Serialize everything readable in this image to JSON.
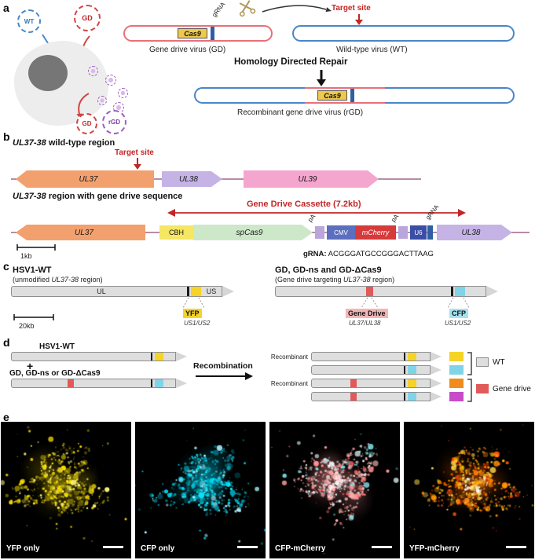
{
  "colors": {
    "wt_blue": "#4a86c8",
    "gd_pink": "#e8707a",
    "rgd_purple": "#9d5fc2",
    "cas9_yellow": "#eec94b",
    "target_red": "#c22626",
    "ul37_orange": "#f2a06e",
    "ul38_purple": "#c5b3e6",
    "ul39_pink": "#f4a6ce",
    "spcas9_green": "#cde8c9",
    "cbh_yellow": "#f5e663",
    "cmv_blue": "#5c6fbf",
    "mcherry_red": "#d63a3a",
    "u6_blue": "#3a4ea8",
    "yfp": "#f5d327",
    "cfp": "#7fd4e8",
    "gene_drive_red": "#e05a5a",
    "yfp_mcherry_orange": "#f08c1e",
    "cfp_mcherry_magenta": "#c84ac8",
    "genome_gray": "#dedede"
  },
  "a": {
    "panel_label": "a",
    "wt_virion": "WT",
    "gd_virion": "GD",
    "gd_virion_bottom": "GD",
    "rgd_virion_bottom": "rGD",
    "cas9_gd": "Cas9",
    "cas9_rgd": "Cas9",
    "grna_tag_gd": "gRNA",
    "gd_genome_label": "Gene drive virus (GD)",
    "target_site": "Target site",
    "wt_genome_label": "Wild-type virus (WT)",
    "hdr_label": "Homology Directed Repair",
    "rgd_genome_label": "Recombinant gene drive virus (rGD)"
  },
  "b": {
    "panel_label": "b",
    "wt_title_italic": "UL37-38",
    "wt_title_rest": " wild-type region",
    "target_site": "Target site",
    "gene_ul37": "UL37",
    "gene_ul38": "UL38",
    "gene_ul39": "UL39",
    "gd_title_italic": "UL37-38",
    "gd_title_rest": " region with gene drive sequence",
    "cassette_label": "Gene Drive Cassette (7.2kb)",
    "cass_ul37": "UL37",
    "cass_cbh": "CBH",
    "cass_spcas9": "spCas9",
    "cass_pa1": "pA",
    "cass_cmv": "CMV",
    "cass_mcherry": "mCherry",
    "cass_pa2": "pA",
    "cass_u6": "U6",
    "cass_grna": "gRNA",
    "cass_ul38": "UL38",
    "scale_label": "1kb",
    "grna_seq_label": "gRNA:",
    "grna_seq": " ACGGGATGCCGGGACTTAAG"
  },
  "c": {
    "panel_label": "c",
    "wt_name": "HSV1-WT",
    "wt_sub_pre": "(unmodified ",
    "wt_sub_italic": "UL37-38",
    "wt_sub_post": " region)",
    "ul_label": "UL",
    "us_label": "US",
    "yfp_label": "YFP",
    "yfp_locus": "US1/US2",
    "scale_label": "20kb",
    "gd_name": "GD, GD-ns and GD-ΔCas9",
    "gd_sub_pre": "(Gene drive targeting ",
    "gd_sub_italic": "UL37-38",
    "gd_sub_post": " region)",
    "gene_drive_label": "Gene Drive",
    "gene_drive_locus": "UL37/UL38",
    "cfp_label": "CFP",
    "cfp_locus": "US1/US2"
  },
  "d": {
    "panel_label": "d",
    "wt_name": "HSV1-WT",
    "plus": "+",
    "gd_name": "GD, GD-ns or GD-ΔCas9",
    "recombination": "Recombination",
    "rows": [
      {
        "label": "Recombinant"
      },
      {
        "label": ""
      },
      {
        "label": "Recombinant"
      },
      {
        "label": ""
      }
    ],
    "legend_wt": "WT",
    "legend_gd": "Gene drive"
  },
  "e": {
    "panel_label": "e",
    "images": [
      {
        "label": "YFP only",
        "glow": "#b3a000",
        "colors": [
          "#ffe600",
          "#d4bc00",
          "#9a8a00",
          "#fff680",
          "#6b6000",
          "#ffe600"
        ]
      },
      {
        "label": "CFP only",
        "glow": "#00a8c0",
        "colors": [
          "#00e8ff",
          "#00c4dd",
          "#0090a8",
          "#b0f4ff",
          "#006575",
          "#00e8ff"
        ]
      },
      {
        "label": "CFP-mCherry",
        "glow": "#cc7a7a",
        "colors": [
          "#ff8f8f",
          "#ffb6b6",
          "#7fe8f0",
          "#ff6a6a",
          "#ffffff",
          "#e8f8fa",
          "#ff9f9f"
        ],
        "center_colors": [
          "#ffffff",
          "#ffd6d6",
          "#fff0f0",
          "#ffb0b0"
        ]
      },
      {
        "label": "YFP-mCherry",
        "glow": "#cc5500",
        "colors": [
          "#ff9100",
          "#ffc400",
          "#ff5400",
          "#ffdd55",
          "#cc3300",
          "#ff9100"
        ],
        "center_colors": [
          "#ffe680",
          "#ff7700",
          "#ffffff",
          "#ffb300"
        ]
      }
    ]
  }
}
